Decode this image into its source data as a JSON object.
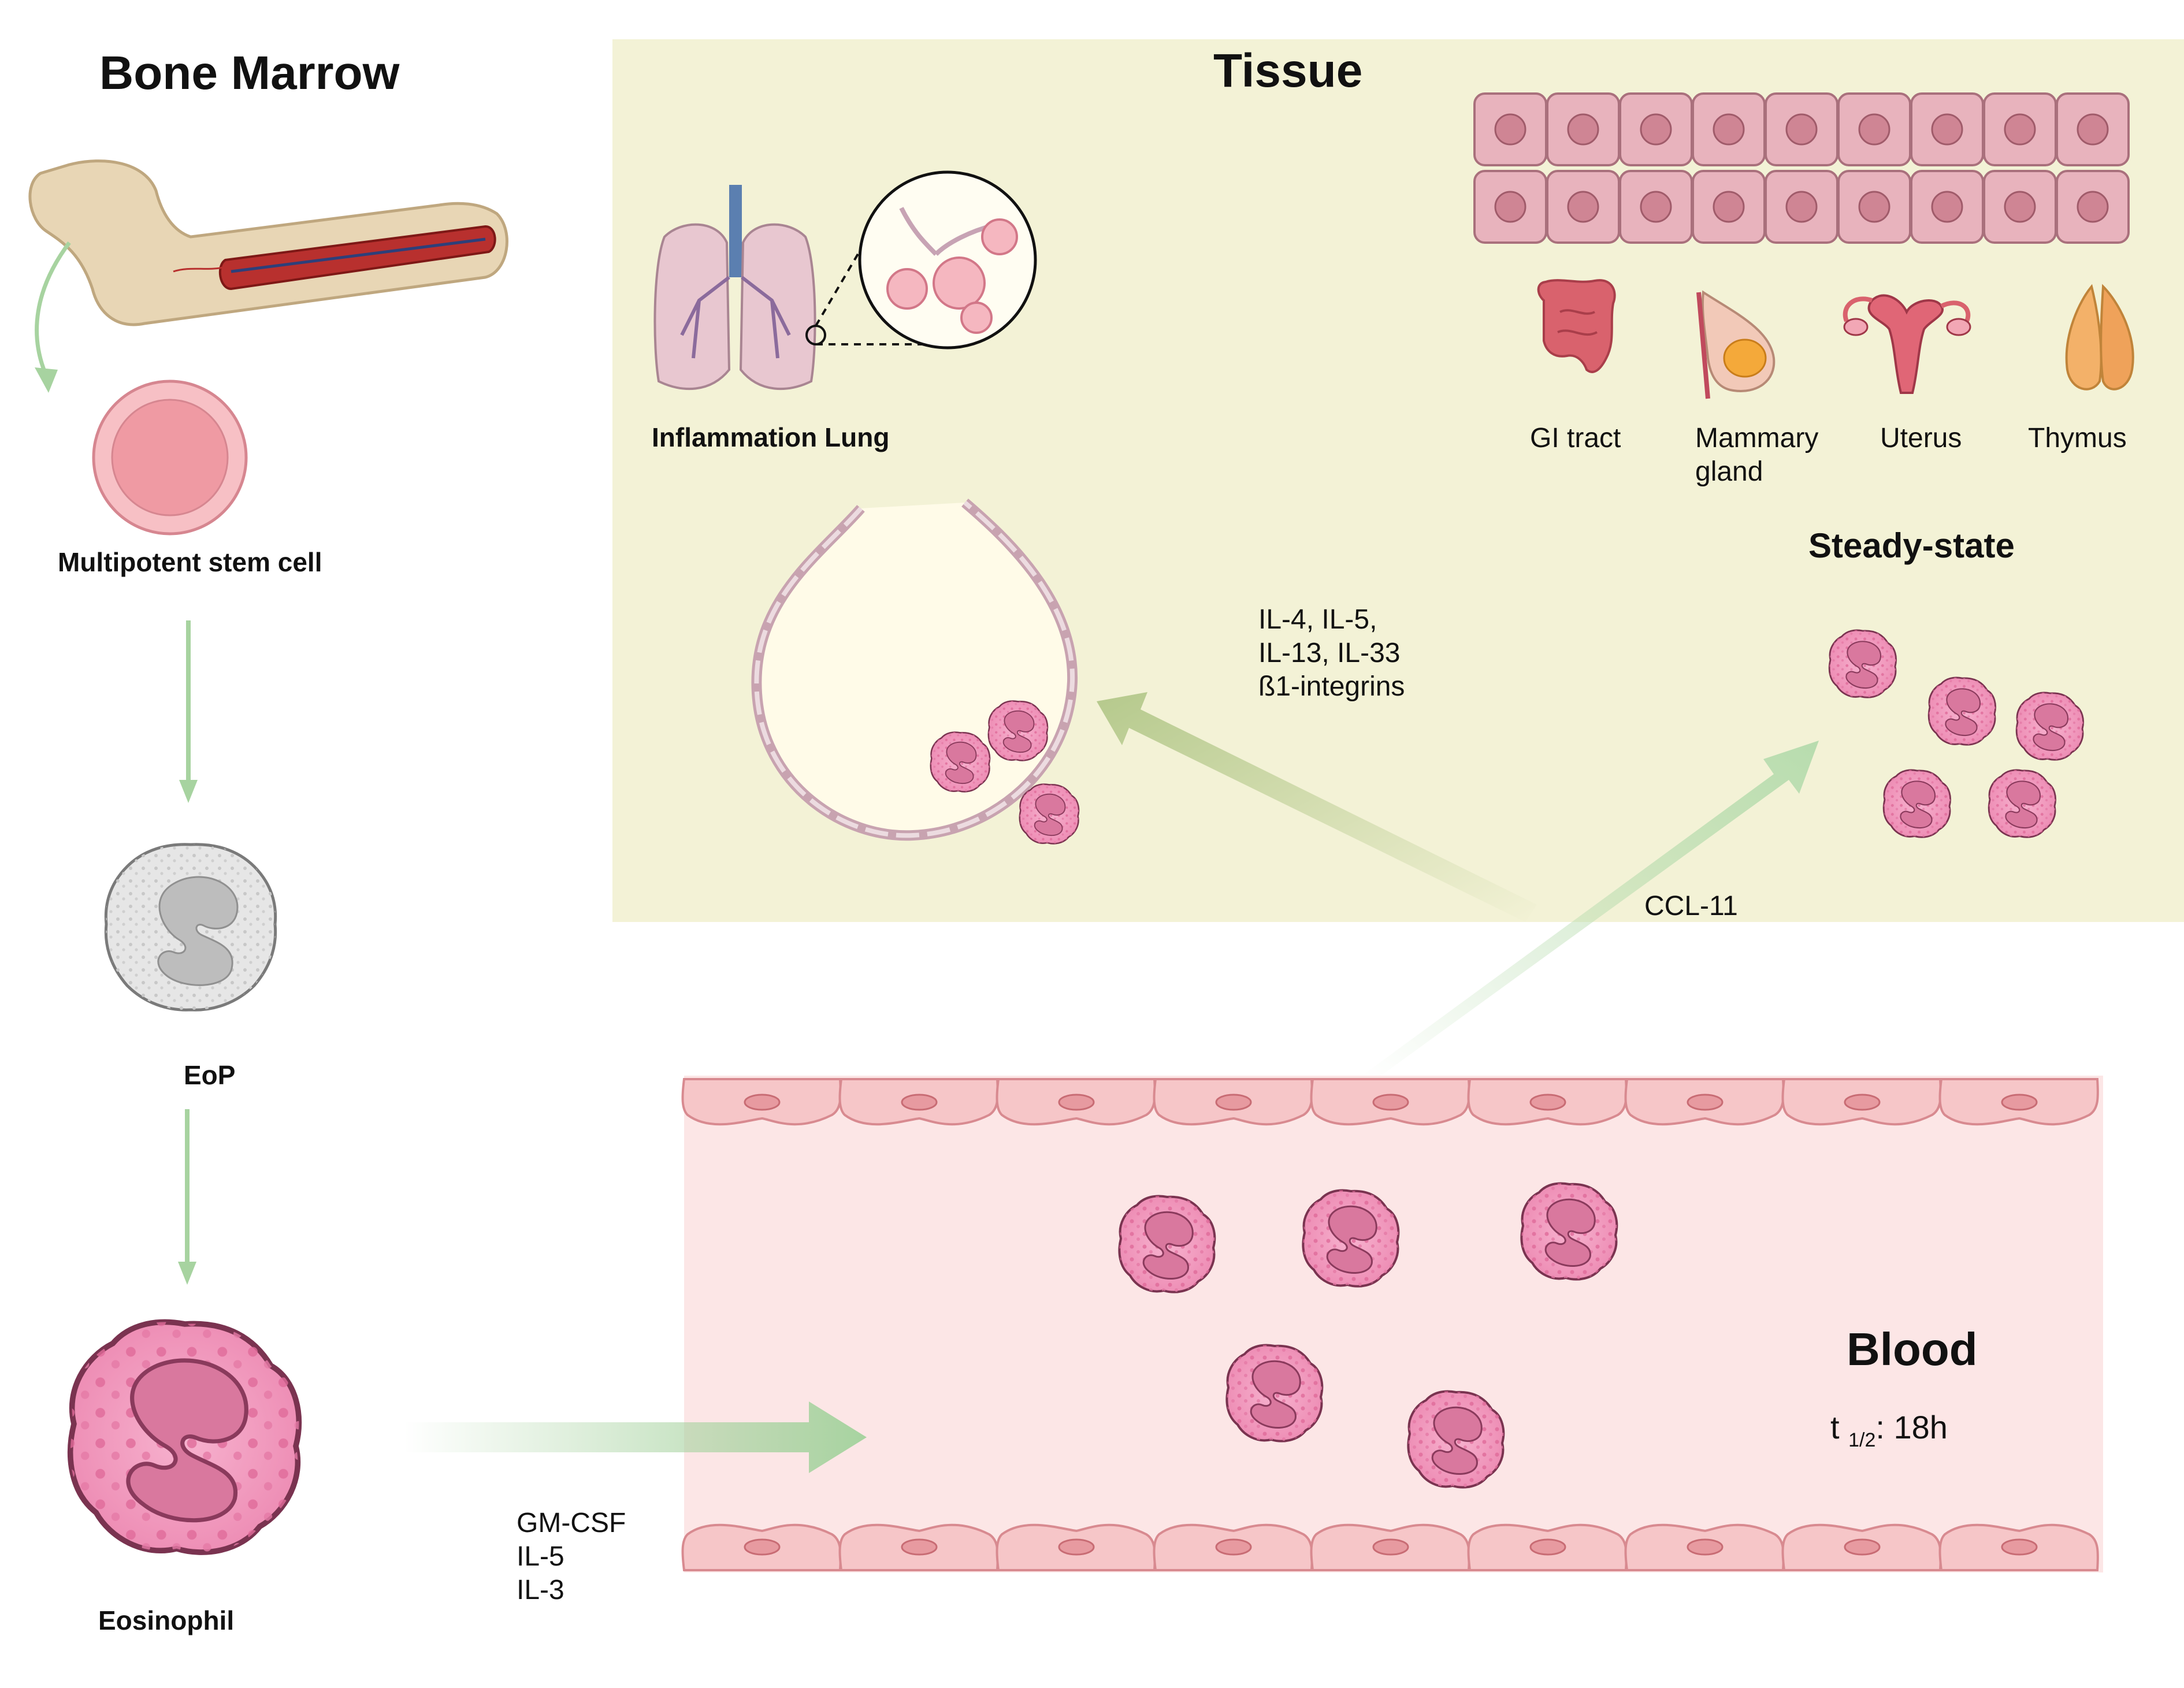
{
  "bone_marrow": {
    "title": "Bone Marrow",
    "stages": [
      "Multipotent stem cell",
      "EoP",
      "Eosinophil"
    ]
  },
  "tissue": {
    "title": "Tissue",
    "inflammation_label": "Inflammation Lung",
    "organs": [
      "GI tract",
      "Mammary",
      "gland",
      "Uterus",
      "Thymus"
    ],
    "steady_state": "Steady-state"
  },
  "signals": {
    "release": [
      "GM-CSF",
      "IL-5",
      "IL-3"
    ],
    "inflammation": [
      "IL-4, IL-5,",
      "IL-13,  IL-33",
      "ß1-integrins"
    ],
    "steady": "CCL-11"
  },
  "blood": {
    "title": "Blood",
    "half_life_t": "t",
    "half_life_sub": "1/2",
    "half_life_value": ": 18h"
  },
  "colors": {
    "tissue_bg": "#f3f2d6",
    "blood_bg": "#fce6e6",
    "arrow": "#a7d3a0",
    "cell_pink": "#f0a0c0",
    "nucleus": "#d97aa0"
  }
}
